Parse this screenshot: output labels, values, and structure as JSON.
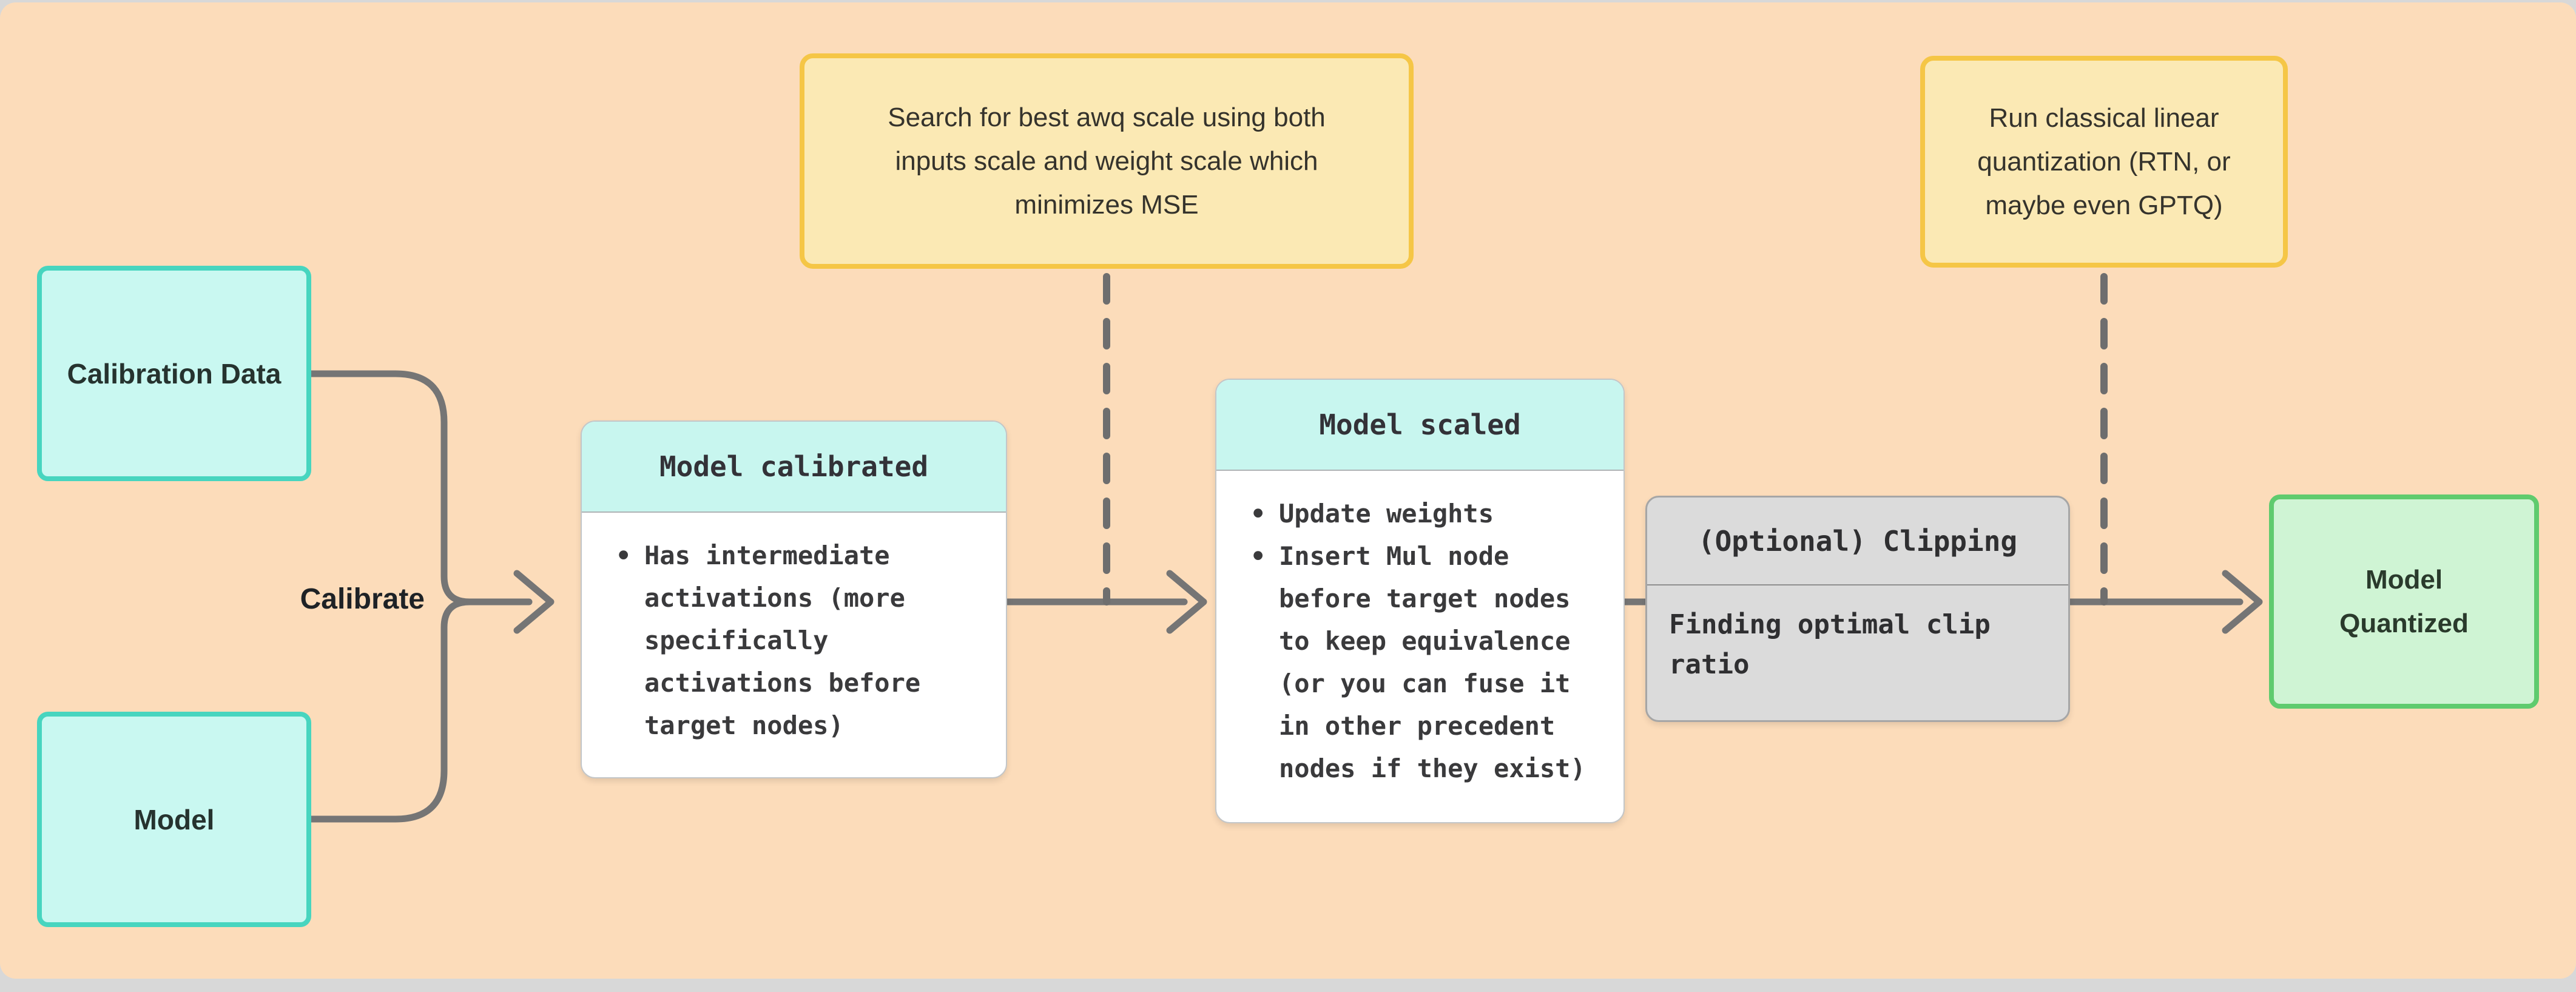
{
  "diagram": {
    "edge_label": "Calibrate",
    "nodes": {
      "calibration_data": {
        "label": "Calibration Data"
      },
      "model": {
        "label": "Model"
      },
      "model_calibrated": {
        "title": "Model calibrated",
        "bullets": [
          "Has intermediate activations (more specifically activations before target nodes)"
        ]
      },
      "model_scaled": {
        "title": "Model scaled",
        "bullets": [
          "Update weights",
          "Insert Mul node before target nodes to keep equivalence (or you can fuse it in other precedent nodes if they exist)"
        ]
      },
      "clipping": {
        "title": "(Optional) Clipping",
        "body": "Finding optimal clip ratio"
      },
      "model_quantized": {
        "label": "Model Quantized"
      }
    },
    "notes": {
      "awq_scale_note": {
        "text": "Search for best awq scale using both inputs scale and weight scale which minimizes MSE"
      },
      "linear_quant_note": {
        "text": "Run classical linear quantization (RTN, or maybe even GPTQ)"
      }
    },
    "colors": {
      "page_background": "#D8D8D8",
      "canvas_background": "#FCDCBA",
      "teal_fill": "#C9F8F1",
      "teal_border": "#47D5BF",
      "header_fill": "#C8F6EF",
      "yellow_fill": "#FBE9B4",
      "yellow_border": "#F5C646",
      "green_fill": "#CFF4D4",
      "green_border": "#5FCB6E",
      "gray_fill": "#DBDBDB",
      "gray_border": "#A6A6A6",
      "connector": "#757575"
    }
  }
}
